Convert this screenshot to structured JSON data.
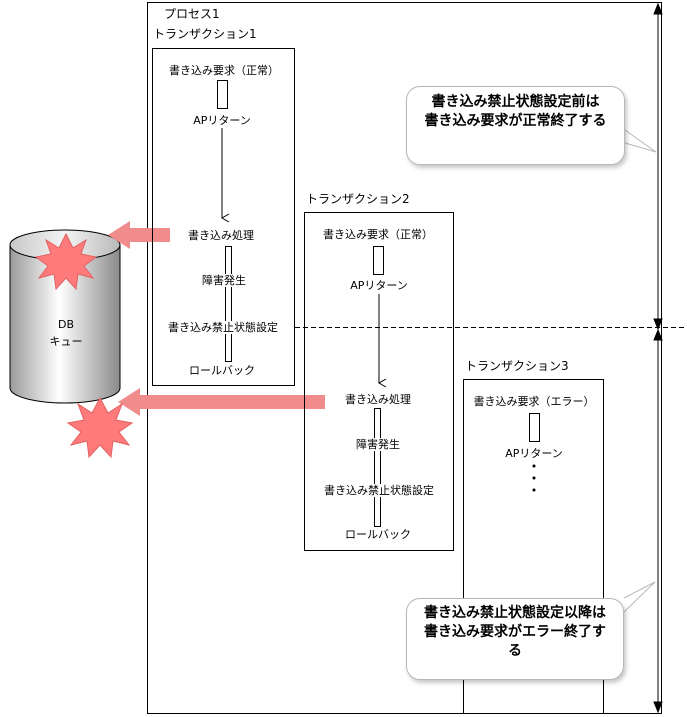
{
  "process": {
    "label": "プロセス1"
  },
  "queue": {
    "line1": "DB",
    "line2": "キュー"
  },
  "transactions": [
    {
      "label": "トランザクション1",
      "write_request": "書き込み要求（正常）",
      "ap_return": "APリターン",
      "write_process": "書き込み処理",
      "failure": "障害発生",
      "write_prohibit": "書き込み禁止状態設定",
      "rollback": "ロールバック"
    },
    {
      "label": "トランザクション2",
      "write_request": "書き込み要求（正常）",
      "ap_return": "APリターン",
      "write_process": "書き込み処理",
      "failure": "障害発生",
      "write_prohibit": "書き込み禁止状態設定",
      "rollback": "ロールバック"
    },
    {
      "label": "トランザクション3",
      "write_request": "書き込み要求（エラー）",
      "ap_return": "APリターン"
    }
  ],
  "callouts": [
    {
      "line1": "書き込み禁止状態設定前は",
      "line2": "書き込み要求が正常終了する"
    },
    {
      "line1": "書き込み禁止状態設定以降は",
      "line2": "書き込み要求がエラー終了す",
      "line3": "る"
    }
  ],
  "colors": {
    "arrow": "#f08c8c",
    "burst": "#ff7b7b",
    "cylinder": "#bdbdbd"
  }
}
